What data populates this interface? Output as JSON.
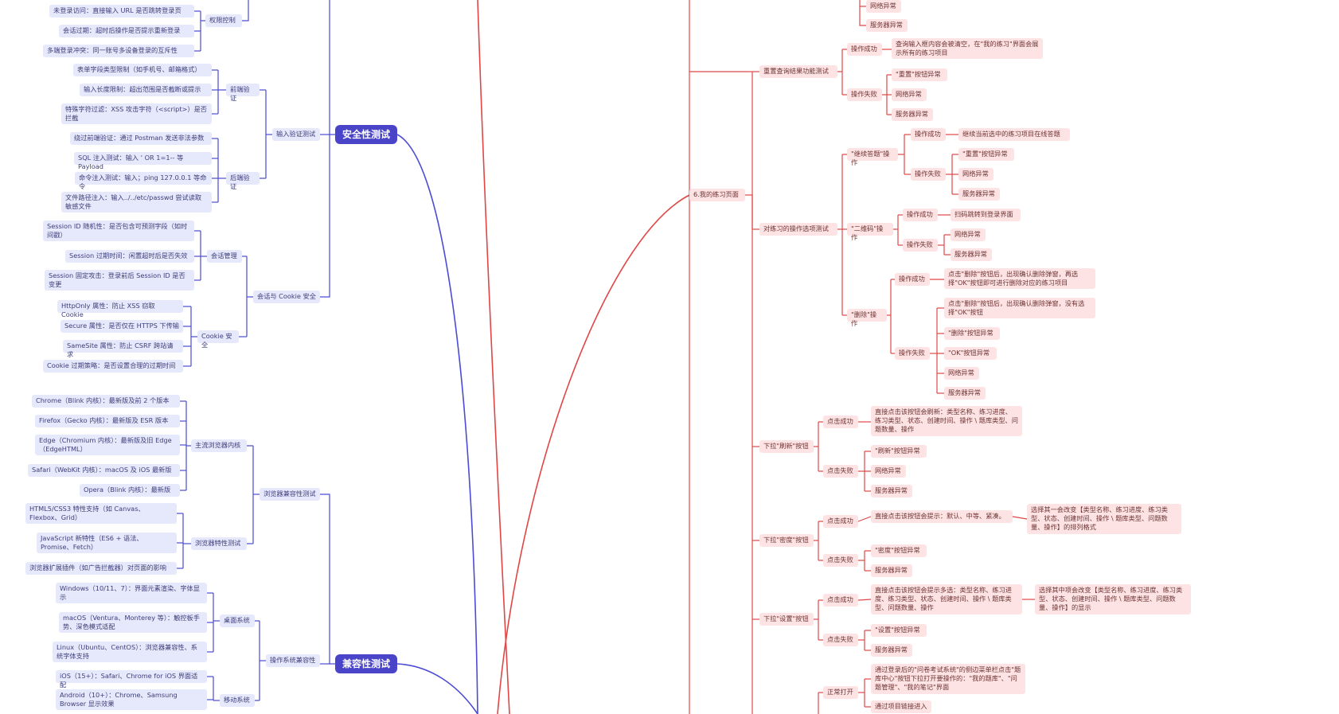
{
  "left": {
    "branches": [
      {
        "key": "security",
        "label": "安全性测试"
      },
      {
        "key": "compat",
        "label": "兼容性测试"
      }
    ],
    "nodes": [
      {
        "id": "L01",
        "text": "未登录访问：直接输入 URL 是否跳转登录页"
      },
      {
        "id": "L02",
        "text": "会话过期：超时后操作是否提示重新登录"
      },
      {
        "id": "L03",
        "text": "多端登录冲突：同一账号多设备登录的互斥性"
      },
      {
        "id": "L04",
        "text": "权限控制"
      },
      {
        "id": "L05",
        "text": "表单字段类型限制（如手机号、邮箱格式）"
      },
      {
        "id": "L06",
        "text": "输入长度限制：超出范围是否截断或提示"
      },
      {
        "id": "L07",
        "text": "特殊字符过滤：XSS 攻击字符（<script>）是否拦截"
      },
      {
        "id": "L08",
        "text": "前端验证"
      },
      {
        "id": "L09",
        "text": "绕过前端验证：通过 Postman 发送非法参数"
      },
      {
        "id": "L10",
        "text": "SQL 注入测试：输入 ' OR 1=1-- 等 Payload"
      },
      {
        "id": "L11",
        "text": "命令注入测试：输入；ping 127.0.0.1 等命令"
      },
      {
        "id": "L12",
        "text": "文件路径注入：输入../../etc/passwd 尝试读取敏感文件"
      },
      {
        "id": "L13",
        "text": "后端验证"
      },
      {
        "id": "L14",
        "text": "输入验证测试"
      },
      {
        "id": "L15",
        "text": "Session ID 随机性：是否包含可预测字段（如时间戳）"
      },
      {
        "id": "L16",
        "text": "Session 过期时间：闲置超时后是否失效"
      },
      {
        "id": "L17",
        "text": "Session 固定攻击：登录前后 Session ID 是否变更"
      },
      {
        "id": "L18",
        "text": "会话管理"
      },
      {
        "id": "L19",
        "text": "HttpOnly 属性：防止 XSS 窃取 Cookie"
      },
      {
        "id": "L20",
        "text": "Secure 属性：是否仅在 HTTPS 下传输"
      },
      {
        "id": "L21",
        "text": "SameSite 属性：防止 CSRF 跨站请求"
      },
      {
        "id": "L22",
        "text": "Cookie 过期策略：是否设置合理的过期时间"
      },
      {
        "id": "L23",
        "text": "Cookie 安全"
      },
      {
        "id": "L24",
        "text": "会话与 Cookie 安全"
      },
      {
        "id": "L25",
        "text": "Chrome（Blink 内核）：最新版及前 2 个版本"
      },
      {
        "id": "L26",
        "text": "Firefox（Gecko 内核）：最新版及 ESR 版本"
      },
      {
        "id": "L27",
        "text": "Edge（Chromium 内核）：最新版及旧 Edge（EdgeHTML）"
      },
      {
        "id": "L28",
        "text": "Safari（WebKit 内核）：macOS 及 iOS 最新版"
      },
      {
        "id": "L29",
        "text": "Opera（Blink 内核）：最新版"
      },
      {
        "id": "L30",
        "text": "主流浏览器内核"
      },
      {
        "id": "L31",
        "text": "HTML5/CSS3 特性支持（如 Canvas、Flexbox、Grid）"
      },
      {
        "id": "L32",
        "text": "JavaScript 新特性（ES6 + 语法、Promise、Fetch）"
      },
      {
        "id": "L33",
        "text": "浏览器扩展插件（如广告拦截器）对页面的影响"
      },
      {
        "id": "L34",
        "text": "浏览器特性测试"
      },
      {
        "id": "L35",
        "text": "浏览器兼容性测试"
      },
      {
        "id": "L36",
        "text": "Windows（10/11、7）：界面元素渲染、字体显示"
      },
      {
        "id": "L37",
        "text": "macOS（Ventura、Monterey 等）：触控板手势、深色模式适配"
      },
      {
        "id": "L38",
        "text": "Linux（Ubuntu、CentOS）：浏览器兼容性、系统字体支持"
      },
      {
        "id": "L39",
        "text": "桌面系统"
      },
      {
        "id": "L40",
        "text": "iOS（15+）：Safari、Chrome for iOS 界面适配"
      },
      {
        "id": "L41",
        "text": "Android（10+）：Chrome、Samsung Browser 显示效果"
      },
      {
        "id": "L42",
        "text": "移动系统"
      },
      {
        "id": "L43",
        "text": "操作系统兼容性"
      }
    ]
  },
  "right": {
    "nodes": [
      {
        "id": "R01",
        "text": "网络异常"
      },
      {
        "id": "R02",
        "text": "服务器异常"
      },
      {
        "id": "R03",
        "text": "重置查询结果功能测试"
      },
      {
        "id": "R04",
        "text": "操作成功"
      },
      {
        "id": "R05",
        "text": "查询输入框内容会被清空，在\"我的练习\"界面会展示所有的练习项目"
      },
      {
        "id": "R06",
        "text": "操作失败"
      },
      {
        "id": "R07",
        "text": "\"重置\"按钮异常"
      },
      {
        "id": "R08",
        "text": "网络异常"
      },
      {
        "id": "R09",
        "text": "服务器异常"
      },
      {
        "id": "R10",
        "text": "6.我的练习页面"
      },
      {
        "id": "R11",
        "text": "对练习的操作选项测试"
      },
      {
        "id": "R12",
        "text": "\"继续答题\"操作"
      },
      {
        "id": "R13",
        "text": "操作成功"
      },
      {
        "id": "R14",
        "text": "继续当前选中的练习项目在线答题"
      },
      {
        "id": "R15",
        "text": "操作失败"
      },
      {
        "id": "R16",
        "text": "\"重置\"按钮异常"
      },
      {
        "id": "R17",
        "text": "网络异常"
      },
      {
        "id": "R18",
        "text": "服务器异常"
      },
      {
        "id": "R19",
        "text": "\"二维码\"操作"
      },
      {
        "id": "R20",
        "text": "操作成功"
      },
      {
        "id": "R21",
        "text": "扫码跳转到登录界面"
      },
      {
        "id": "R22",
        "text": "操作失败"
      },
      {
        "id": "R23",
        "text": "网络异常"
      },
      {
        "id": "R24",
        "text": "服务器异常"
      },
      {
        "id": "R25",
        "text": "\"删除\"操作"
      },
      {
        "id": "R26",
        "text": "操作成功"
      },
      {
        "id": "R27",
        "text": "点击\"删除\"按钮后，出现确认删除弹窗，再选择\"OK\"按钮即可进行删除对应的练习项目"
      },
      {
        "id": "R28",
        "text": "操作失败"
      },
      {
        "id": "R29",
        "text": "点击\"删除\"按钮后，出现确认删除弹窗，没有选择\"OK\"按钮"
      },
      {
        "id": "R30",
        "text": "\"删除\"按钮异常"
      },
      {
        "id": "R31",
        "text": "\"OK\"按钮异常"
      },
      {
        "id": "R32",
        "text": "网络异常"
      },
      {
        "id": "R33",
        "text": "服务器异常"
      },
      {
        "id": "R34",
        "text": "下拉\"刷新\"按钮"
      },
      {
        "id": "R35",
        "text": "点击成功"
      },
      {
        "id": "R36",
        "text": "直接点击该按钮会刷新：类型名称、练习进度、练习类型、状态、创建时间、操作 \\ 题库类型、问题数量、操作"
      },
      {
        "id": "R37",
        "text": "点击失败"
      },
      {
        "id": "R38",
        "text": "\"刷新\"按钮异常"
      },
      {
        "id": "R39",
        "text": "网络异常"
      },
      {
        "id": "R40",
        "text": "服务器异常"
      },
      {
        "id": "R41",
        "text": "下拉\"密度\"按钮"
      },
      {
        "id": "R42",
        "text": "点击成功"
      },
      {
        "id": "R43",
        "text": "直接点击该按钮会提示：默认、中等、紧凑。"
      },
      {
        "id": "R44",
        "text": "选择其一会改变【类型名称、练习进度、练习类型、状态、创建时间、操作 \\ 题库类型、问题数量、操作】的排列格式"
      },
      {
        "id": "R45",
        "text": "点击失败"
      },
      {
        "id": "R46",
        "text": "\"密度\"按钮异常"
      },
      {
        "id": "R47",
        "text": "服务器异常"
      },
      {
        "id": "R48",
        "text": "下拉\"设置\"按钮"
      },
      {
        "id": "R49",
        "text": "点击成功"
      },
      {
        "id": "R50",
        "text": "直接点击该按钮会提示多选：类型名称、练习进度、练习类型、状态、创建时间、操作 \\ 题库类型、问题数量、操作"
      },
      {
        "id": "R51",
        "text": "选择其中项会改变【类型名称、练习进度、练习类型、状态、创建时间、操作 \\ 题库类型、问题数量、操作】的显示"
      },
      {
        "id": "R52",
        "text": "点击失败"
      },
      {
        "id": "R53",
        "text": "\"设置\"按钮异常"
      },
      {
        "id": "R54",
        "text": "服务器异常"
      },
      {
        "id": "R55",
        "text": "正常打开"
      },
      {
        "id": "R56",
        "text": "通过登录后的\"问卷考试系统\"的侧边菜单栏点击\"题库中心\"按钮下拉打开要操作的：\"我的题库\"、\"问题管理\"、\"我的笔记\"界面"
      },
      {
        "id": "R57",
        "text": "通过项目链接进入"
      }
    ]
  },
  "colors": {
    "left_line": "#4b4bd6",
    "right_line": "#e04646",
    "blue_node_bg": "#e6e8fb",
    "pink_node_bg": "#fde3e3",
    "root_bg": "#4a44c8"
  }
}
